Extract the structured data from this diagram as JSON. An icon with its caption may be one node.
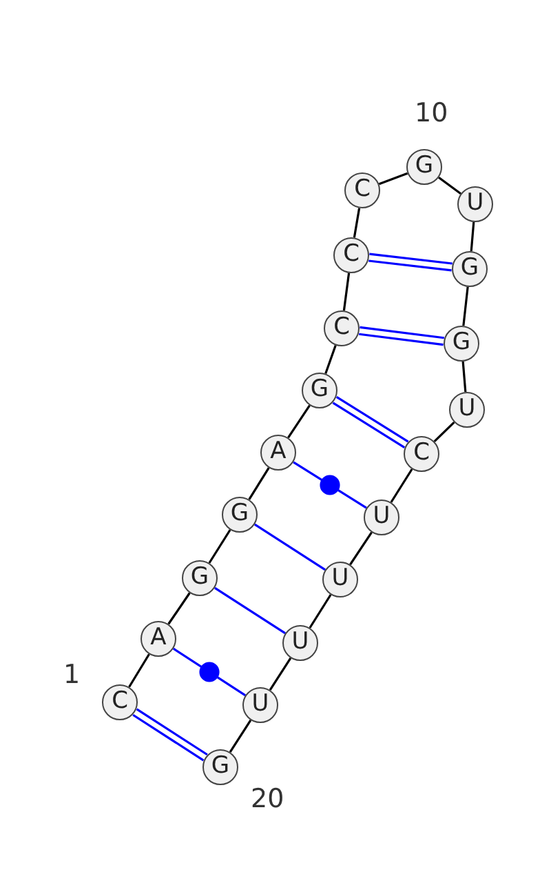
{
  "diagram": {
    "nodes": [
      {
        "text": [
          "C"
        ],
        "beside": [
          "1"
        ]
      },
      {
        "text": [
          "A"
        ]
      },
      {
        "text": [
          "G"
        ]
      },
      {
        "text": [
          "G"
        ]
      },
      {
        "text": [
          "A"
        ]
      },
      {
        "text": [
          "G"
        ]
      },
      {
        "text": [
          "C"
        ]
      },
      {
        "text": [
          "C"
        ]
      },
      {
        "text": [
          "C"
        ]
      },
      {
        "text": [
          "G"
        ],
        "beside": [
          "10"
        ]
      },
      {
        "text": [
          "U"
        ]
      },
      {
        "text": [
          "G"
        ]
      },
      {
        "text": [
          "G"
        ]
      },
      {
        "text": [
          "U"
        ]
      },
      {
        "text": [
          "C"
        ]
      },
      {
        "text": [
          "U"
        ]
      },
      {
        "text": [
          "U"
        ]
      },
      {
        "text": [
          "U"
        ]
      },
      {
        "text": [
          "U"
        ]
      },
      {
        "text": [
          "G"
        ],
        "beside": [
          "20"
        ]
      }
    ],
    "edges": [
      {
        "from": 0,
        "to": 1,
        "arrow": "none"
      },
      {
        "from": 1,
        "to": 2,
        "arrow": "none"
      },
      {
        "from": 2,
        "to": 3,
        "arrow": "none"
      },
      {
        "from": 3,
        "to": 4,
        "arrow": "none"
      },
      {
        "from": 4,
        "to": 5,
        "arrow": "none"
      },
      {
        "from": 5,
        "to": 6,
        "arrow": "none"
      },
      {
        "from": 6,
        "to": 7,
        "arrow": "none"
      },
      {
        "from": 7,
        "to": 8,
        "arrow": "none"
      },
      {
        "from": 8,
        "to": 9,
        "arrow": "none"
      },
      {
        "from": 9,
        "to": 10,
        "arrow": "none"
      },
      {
        "from": 10,
        "to": 11,
        "arrow": "none"
      },
      {
        "from": 11,
        "to": 12,
        "arrow": "none"
      },
      {
        "from": 12,
        "to": 13,
        "arrow": "none"
      },
      {
        "from": 13,
        "to": 14,
        "arrow": "none"
      },
      {
        "from": 14,
        "to": 15,
        "arrow": "none"
      },
      {
        "from": 15,
        "to": 16,
        "arrow": "none"
      },
      {
        "from": 16,
        "to": 17,
        "arrow": "none"
      },
      {
        "from": 17,
        "to": 18,
        "arrow": "none"
      },
      {
        "from": 18,
        "to": 19,
        "arrow": "none"
      },
      {
        "from": 0,
        "to": 19,
        "arrow": "none",
        "color": "#0000ff"
      },
      {
        "from": 1,
        "to": 18,
        "arrow": "none",
        "color": "#0000ff"
      },
      {
        "from": 2,
        "to": 17,
        "arrow": "none",
        "color": "#0000ff"
      },
      {
        "from": 3,
        "to": 16,
        "arrow": "none",
        "color": "#0000ff"
      },
      {
        "from": 4,
        "to": 15,
        "arrow": "none",
        "color": "#0000ff"
      },
      {
        "from": 5,
        "to": 14,
        "arrow": "none",
        "color": "#0000ff"
      },
      {
        "from": 6,
        "to": 12,
        "arrow": "none",
        "color": "#0000ff"
      },
      {
        "from": 7,
        "to": 11,
        "arrow": "none",
        "color": "#0000ff"
      }
    ]
  }
}
